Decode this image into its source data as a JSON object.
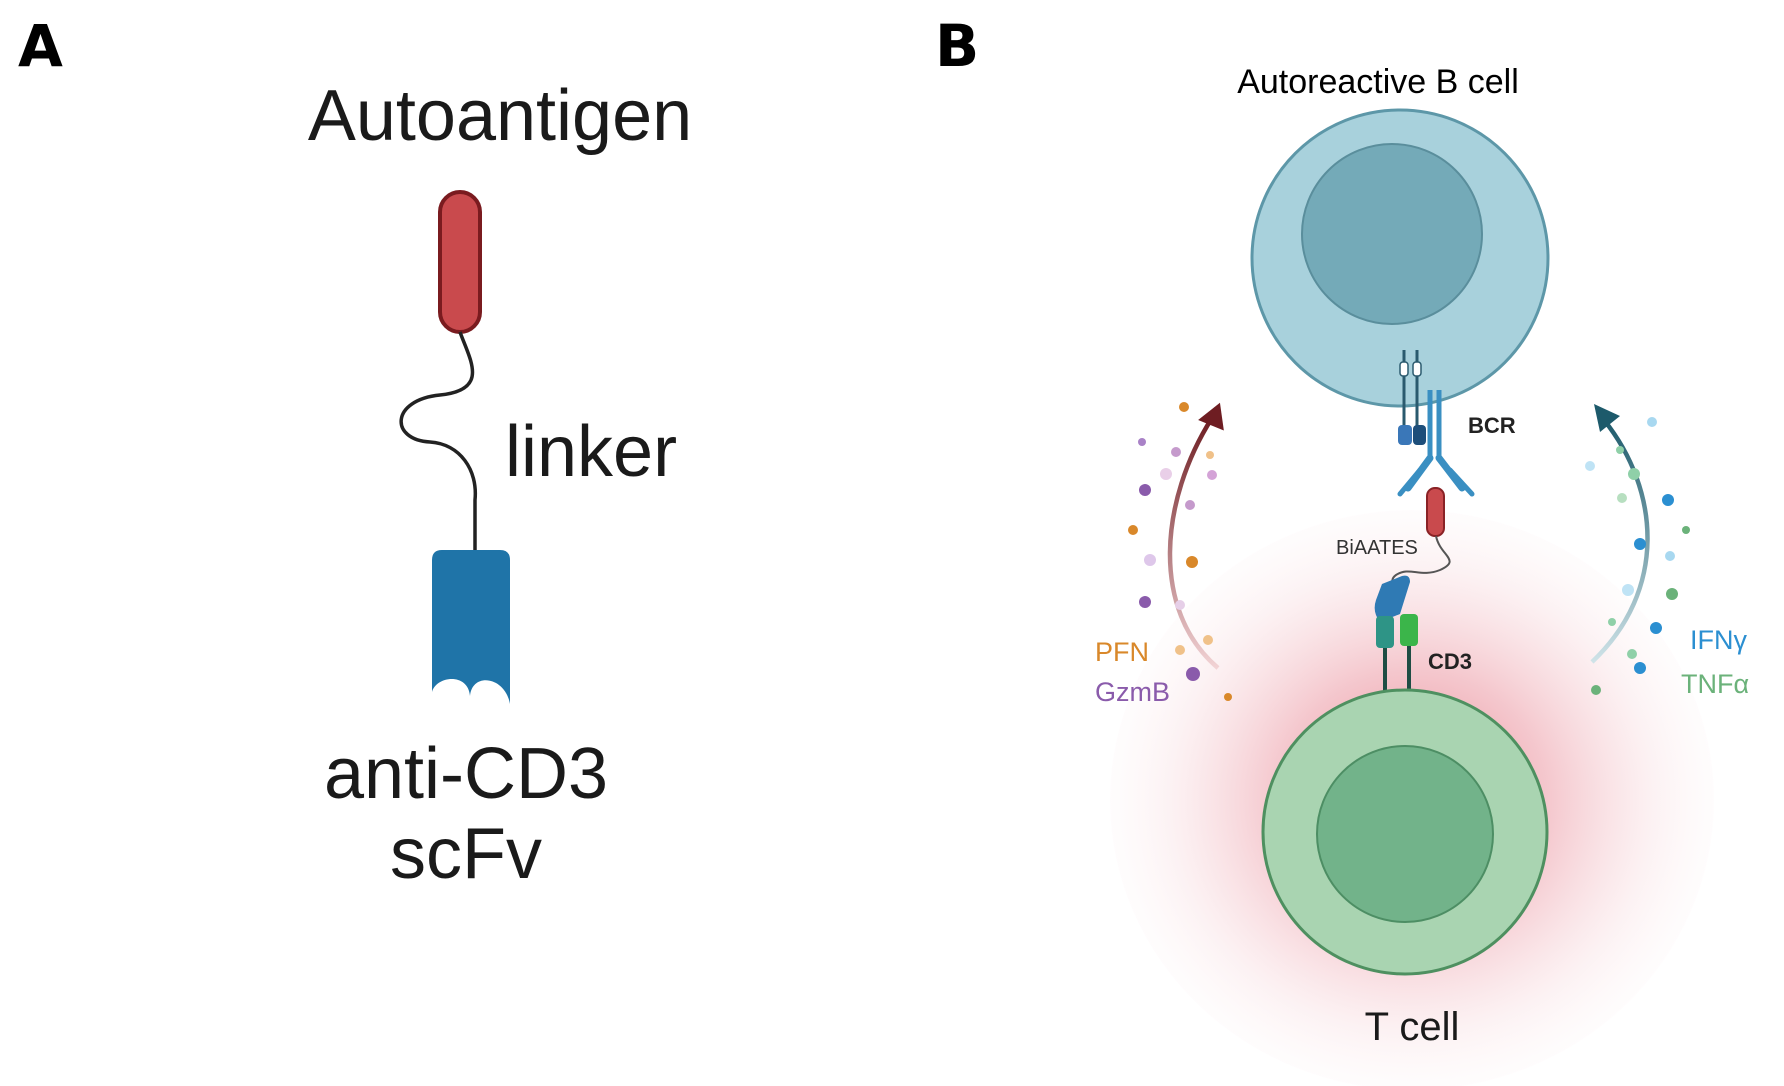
{
  "panel_a": {
    "letter": "A",
    "autoantigen_label": "Autoantigen",
    "linker_label": "linker",
    "scfv_label_line1": "anti-CD3",
    "scfv_label_line2": "scFv"
  },
  "panel_b": {
    "letter": "B",
    "b_cell_label": "Autoreactive B cell",
    "bcr_label": "BCR",
    "biaates_label": "BiAATES",
    "cd3_label": "CD3",
    "t_cell_label": "T cell",
    "left_cytokines": [
      "PFN",
      "GzmB"
    ],
    "right_cytokines": [
      "IFNγ",
      "TNFα"
    ]
  },
  "colors": {
    "autoantigen_red": "#c94a4d",
    "scfv_blue": "#1f74a8",
    "b_cell_outer": "#a8d1dc",
    "b_cell_nucleus": "#74aab8",
    "t_cell_outer": "#a9d4b1",
    "t_cell_nucleus": "#72b38a",
    "halo_red": "#e9a0a6",
    "pfn_orange": "#d9882a",
    "gzmb_purple": "#8a5bab",
    "ifng_blue": "#2b8fd1",
    "tnfa_green": "#6bb27a",
    "left_arrow": "#6e1d22",
    "right_arrow": "#1d5a6b"
  }
}
